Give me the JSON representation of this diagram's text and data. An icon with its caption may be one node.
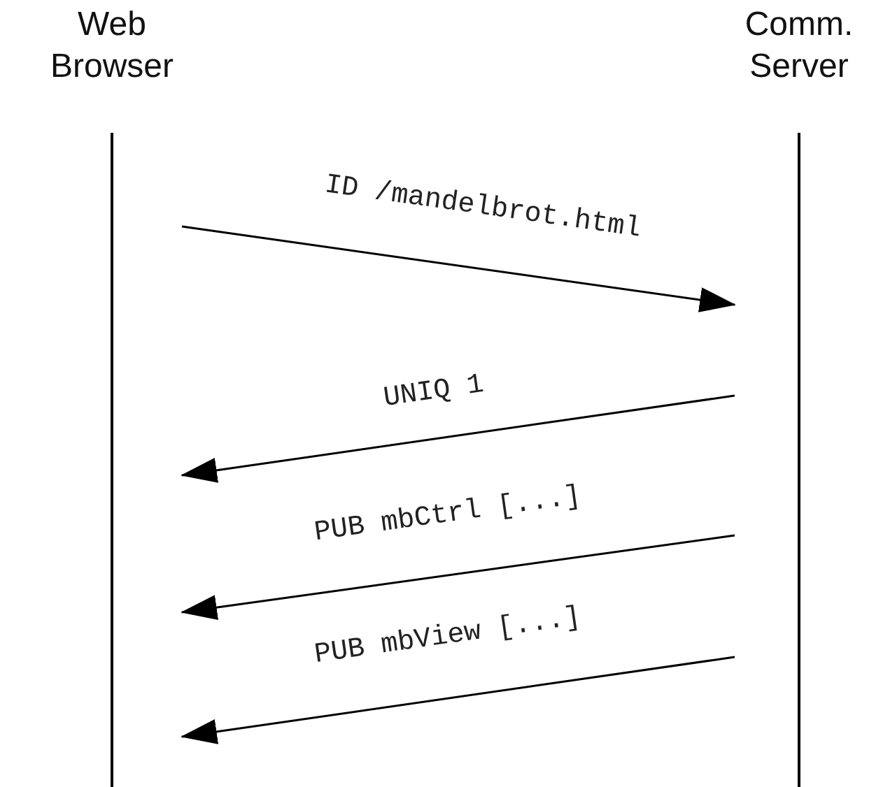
{
  "diagram": {
    "nodes": [
      {
        "text": [
          "Web Browser"
        ]
      },
      {
        "text": [
          "Comm. Server"
        ]
      }
    ],
    "edges": [
      {
        "from": 0,
        "to": 1,
        "arrow": "to",
        "label": "ID /mandelbrot.html"
      },
      {
        "from": 1,
        "to": 0,
        "arrow": "to",
        "label": "UNIQ 1"
      },
      {
        "from": 1,
        "to": 0,
        "arrow": "to",
        "label": "PUB mbCtrl [...]"
      },
      {
        "from": 1,
        "to": 0,
        "arrow": "to",
        "label": "PUB mbView [...]"
      }
    ]
  }
}
